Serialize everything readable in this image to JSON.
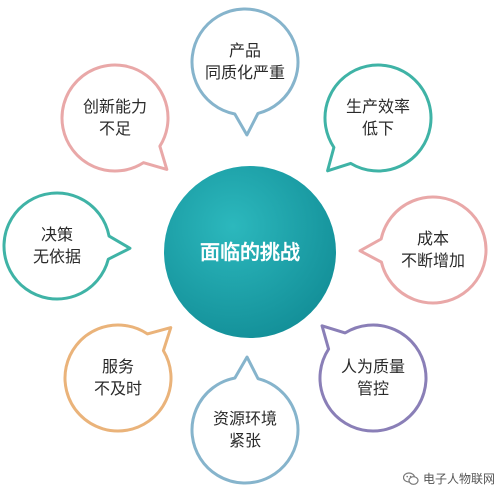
{
  "center": {
    "label": "面临的挑战",
    "color": "#1aa0a8"
  },
  "bubbles": [
    {
      "id": "top",
      "lines": [
        "产品",
        "同质化严重"
      ],
      "color": "#86b4cc"
    },
    {
      "id": "top-right",
      "lines": [
        "生产效率",
        "低下"
      ],
      "color": "#3fb3a6"
    },
    {
      "id": "right",
      "lines": [
        "成本",
        "不断增加"
      ],
      "color": "#e9a8a8"
    },
    {
      "id": "bottom-right",
      "lines": [
        "人为质量",
        "管控"
      ],
      "color": "#8a7fb7"
    },
    {
      "id": "bottom",
      "lines": [
        "资源环境",
        "紧张"
      ],
      "color": "#86b4cc"
    },
    {
      "id": "bottom-left",
      "lines": [
        "服务",
        "不及时"
      ],
      "color": "#eab37a"
    },
    {
      "id": "left",
      "lines": [
        "决策",
        "无依据"
      ],
      "color": "#3fb3a6"
    },
    {
      "id": "top-left",
      "lines": [
        "创新能力",
        "不足"
      ],
      "color": "#e9a8a8"
    }
  ],
  "watermark": {
    "label": "电子人物联网",
    "icon": "wechat-icon"
  }
}
